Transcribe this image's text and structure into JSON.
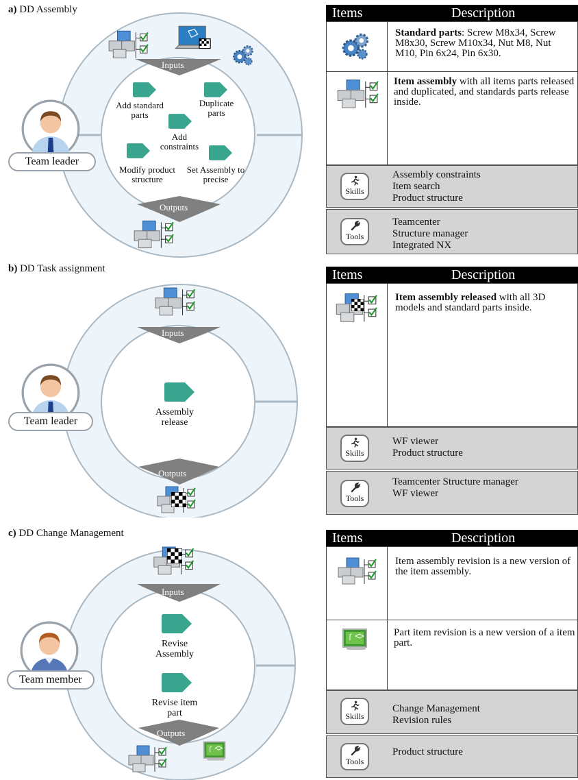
{
  "sections": [
    {
      "label": "a)",
      "title": "DD Assembly",
      "role": "Team leader",
      "inputs": "Inputs",
      "outputs": "Outputs",
      "steps": [
        "Add standard parts",
        "Duplicate parts",
        "Add constraints",
        "Modify product structure",
        "Set Assembly to precise"
      ],
      "items_header": "Items",
      "desc_header": "Description",
      "items": [
        {
          "icon": "gears-icon",
          "bold": "Standard parts",
          "text": ": Screw M8x34, Screw M8x30, Screw M10x34, Nut M8, Nut M10, Pin 6x24, Pin 6x30."
        },
        {
          "icon": "item-assembly-icon",
          "bold": "Item assembly",
          "text": " with all items parts released and duplicated, and standards parts release inside."
        }
      ],
      "skills_label": "Skills",
      "skills": [
        "Assembly constraints",
        "Item search",
        "Product structure"
      ],
      "tools_label": "Tools",
      "tools": [
        "Teamcenter",
        "Structure manager",
        "Integrated NX"
      ]
    },
    {
      "label": "b)",
      "title": "DD Task assignment",
      "role": "Team leader",
      "inputs": "Inputs",
      "outputs": "Outputs",
      "steps": [
        "Assembly release"
      ],
      "items_header": "Items",
      "desc_header": "Description",
      "items": [
        {
          "icon": "released-assembly-icon",
          "bold": "Item assembly released",
          "text": " with all 3D models and standard parts inside."
        }
      ],
      "skills_label": "Skills",
      "skills": [
        "WF viewer",
        "Product structure"
      ],
      "tools_label": "Tools",
      "tools": [
        "Teamcenter Structure manager",
        "WF viewer"
      ]
    },
    {
      "label": "c)",
      "title": "DD Change Management",
      "role": "Team member",
      "inputs": "Inputs",
      "outputs": "Outputs",
      "steps": [
        "Revise Assembly",
        "Revise item part"
      ],
      "items_header": "Items",
      "desc_header": "Description",
      "items": [
        {
          "icon": "assembly-revision-icon",
          "bold": "",
          "text": "Item assembly revision is a new version of the item assembly."
        },
        {
          "icon": "part-revision-icon",
          "bold": "",
          "text": "Part item revision is a new version of a item part."
        }
      ],
      "skills_label": "Skills",
      "skills": [
        "Change Management",
        "Revision rules"
      ],
      "tools_label": "Tools",
      "tools": [
        "Product structure"
      ]
    }
  ],
  "colors": {
    "teal": "#3aa58e",
    "ring": "#eef5fa",
    "ring_stroke": "#a9b8c3",
    "funnel": "#808080",
    "grey_box": "#d4d4d4"
  }
}
